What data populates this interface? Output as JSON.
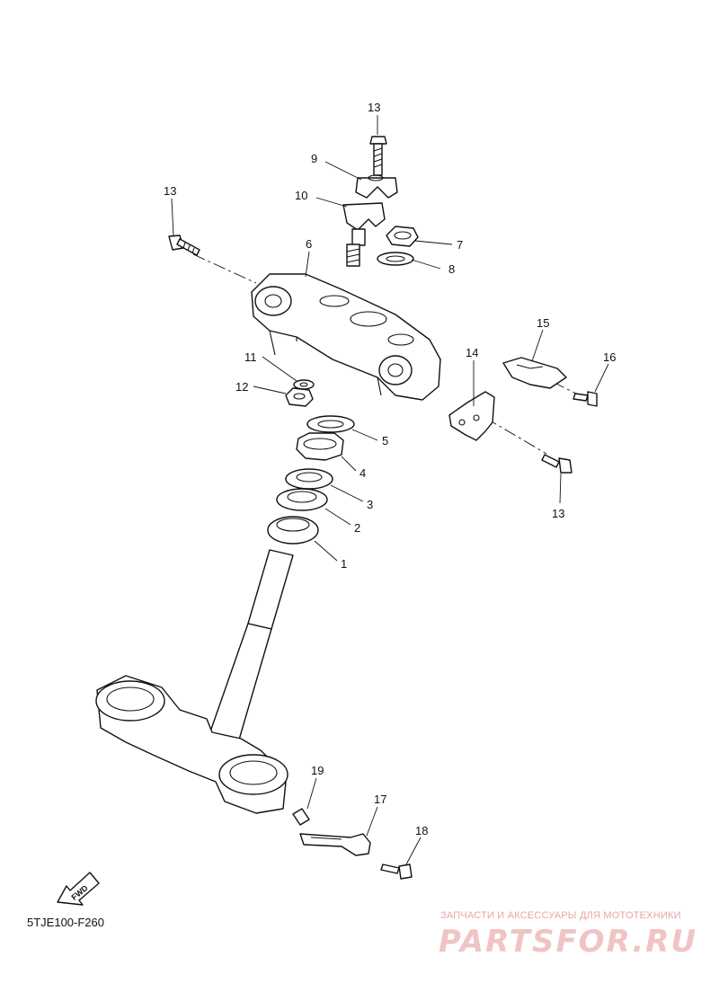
{
  "diagram_code": "5TJE100-F260",
  "fwd_label": "FWD",
  "watermark": {
    "tagline": "ЗАПЧАСТИ И АКСЕССУАРЫ ДЛЯ МОТОТЕХНИКИ",
    "logo": "PARTSFOR.RU"
  },
  "callouts": {
    "c1": "1",
    "c2": "2",
    "c3": "3",
    "c4": "4",
    "c5": "5",
    "c6": "6",
    "c7": "7",
    "c8": "8",
    "c9": "9",
    "c10": "10",
    "c11": "11",
    "c12": "12",
    "c13a": "13",
    "c13b": "13",
    "c13c": "13",
    "c14": "14",
    "c15": "15",
    "c16": "16",
    "c17": "17",
    "c18": "18",
    "c19": "19"
  }
}
